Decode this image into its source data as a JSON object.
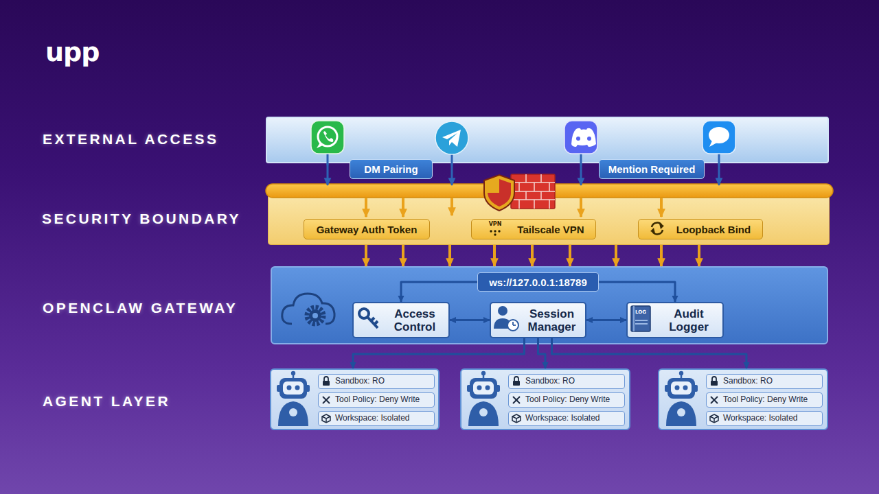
{
  "diagram": {
    "nodes": [
      {
        "text": [
          "EXTERNAL ACCESS"
        ]
      },
      {
        "text": [
          "DM Pairing"
        ],
        "in": 0
      },
      {
        "text": [
          "Mention Required"
        ],
        "in": 0
      },
      {
        "text": [
          "SECURITY BOUNDARY"
        ]
      },
      {
        "text": [
          "Gateway Auth Token"
        ],
        "in": 3
      },
      {
        "text": [
          "Tailscale VPN"
        ],
        "in": 3
      },
      {
        "text": [
          "Loopback Bind"
        ],
        "in": 3
      },
      {
        "text": [
          "OPENCLAW GATEWAY"
        ]
      },
      {
        "text": [
          "ws://127.0.0.1:18789"
        ],
        "in": 7
      },
      {
        "text": [
          "Access Control"
        ],
        "in": 7
      },
      {
        "text": [
          "Session Manager"
        ],
        "in": 7
      },
      {
        "text": [
          "Audit Logger"
        ],
        "in": 7
      },
      {
        "text": [
          "Sandbox: RO",
          "Tool Policy: Deny Write",
          "Workspace: Isolated"
        ]
      },
      {
        "text": [
          "Sandbox: RO",
          "Tool Policy: Deny Write",
          "Workspace: Isolated"
        ]
      },
      {
        "text": [
          "Sandbox: RO",
          "Tool Policy: Deny Write",
          "Workspace: Isolated"
        ]
      }
    ],
    "edges": [
      {
        "from": 0,
        "to": 3,
        "arrow": "to"
      },
      {
        "from": 0,
        "to": 3,
        "arrow": "to"
      },
      {
        "from": 0,
        "to": 3,
        "arrow": "to"
      },
      {
        "from": 0,
        "to": 3,
        "arrow": "to"
      },
      {
        "from": 3,
        "to": 7,
        "arrow": "to"
      },
      {
        "from": 3,
        "to": 7,
        "arrow": "to"
      },
      {
        "from": 3,
        "to": 7,
        "arrow": "to"
      },
      {
        "from": 3,
        "to": 7,
        "arrow": "to"
      },
      {
        "from": 3,
        "to": 7,
        "arrow": "to"
      },
      {
        "from": 3,
        "to": 7,
        "arrow": "to"
      },
      {
        "from": 3,
        "to": 7,
        "arrow": "to"
      },
      {
        "from": 3,
        "to": 7,
        "arrow": "to"
      },
      {
        "from": 3,
        "to": 7,
        "arrow": "to"
      },
      {
        "from": 8,
        "to": 9,
        "arrow": "to"
      },
      {
        "from": 8,
        "to": 11,
        "arrow": "to"
      },
      {
        "from": 9,
        "to": 10,
        "arrow": "both"
      },
      {
        "from": 10,
        "to": 11,
        "arrow": "both"
      },
      {
        "from": 10,
        "to": 12,
        "arrow": "to"
      },
      {
        "from": 10,
        "to": 13,
        "arrow": "to"
      },
      {
        "from": 10,
        "to": 14,
        "arrow": "to"
      }
    ],
    "labels": [
      "upp",
      "AGENT LAYER",
      "VPN",
      "LOG"
    ]
  }
}
